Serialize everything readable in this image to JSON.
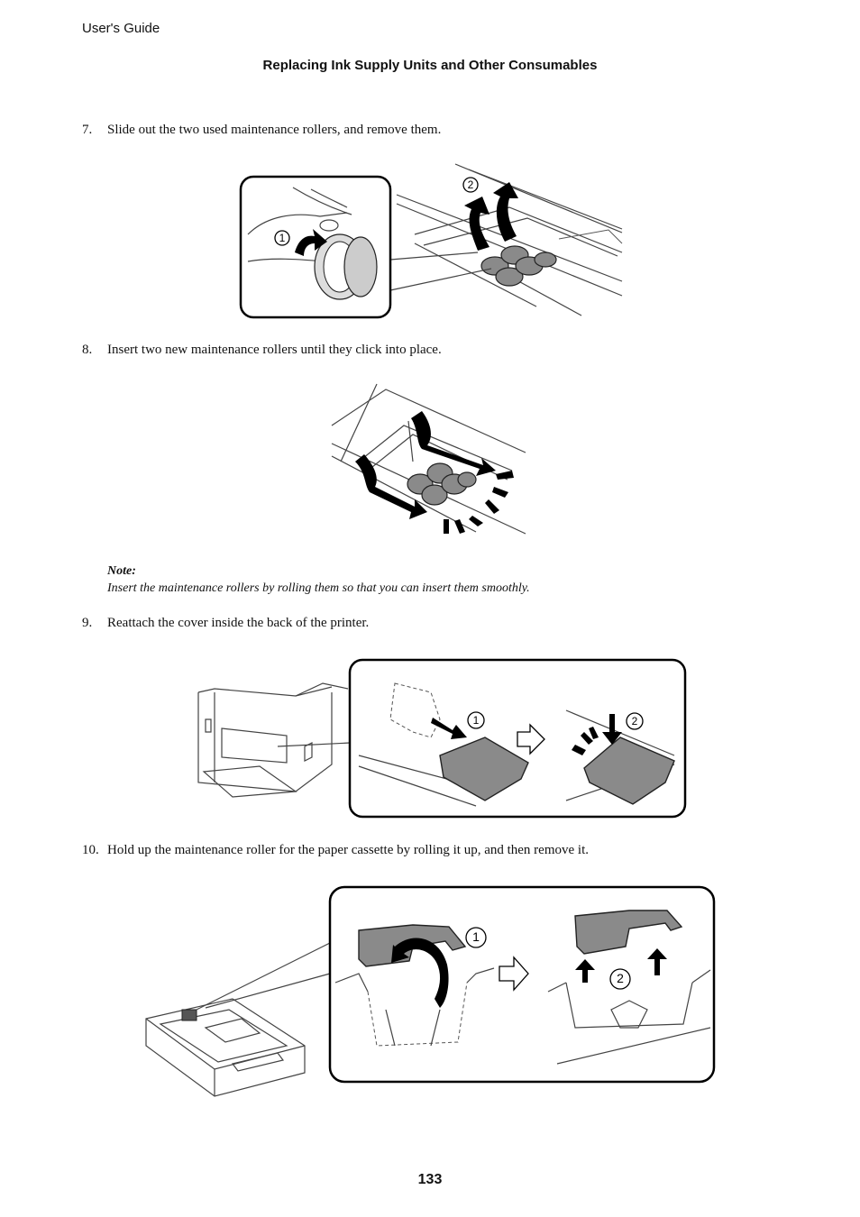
{
  "header": {
    "running_head": "User's Guide",
    "section_title": "Replacing Ink Supply Units and Other Consumables"
  },
  "steps": [
    {
      "number": "7.",
      "text": "Slide out the two used maintenance rollers, and remove them."
    },
    {
      "number": "8.",
      "text": "Insert two new maintenance rollers until they click into place."
    },
    {
      "number": "9.",
      "text": "Reattach the cover inside the back of the printer."
    },
    {
      "number": "10.",
      "text": "Hold up the maintenance roller for the paper cassette by rolling it up, and then remove it."
    }
  ],
  "note": {
    "title": "Note:",
    "text": "Insert the maintenance rollers by rolling them so that you can insert them smoothly."
  },
  "callouts": {
    "one": "1",
    "two": "2"
  },
  "footer": {
    "page_number": "133"
  }
}
